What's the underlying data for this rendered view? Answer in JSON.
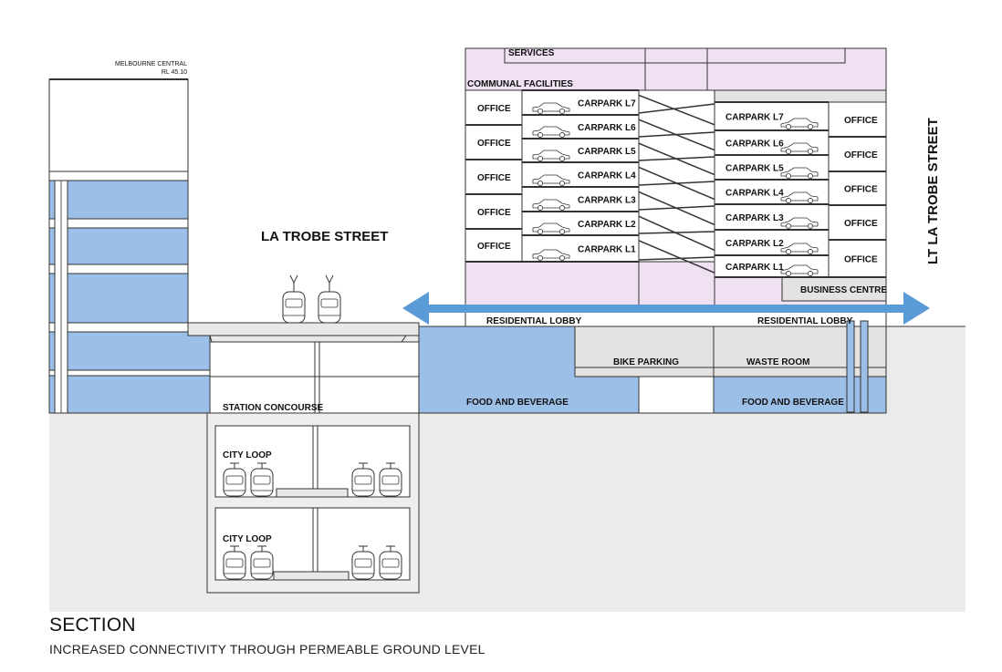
{
  "labels": {
    "melbourne_central": "MELBOURNE CENTRAL",
    "melbourne_central_rl": "RL 45.10",
    "la_trobe_street": "LA TROBE STREET",
    "lt_la_trobe_street": "LT LA TROBE STREET",
    "services": "SERVICES",
    "communal_facilities": "COMMUNAL FACILITIES",
    "business_centre": "BUSINESS CENTRE",
    "residential_lobby_left": "RESIDENTIAL LOBBY",
    "residential_lobby_right": "RESIDENTIAL LOBBY",
    "bike_parking": "BIKE PARKING",
    "waste_room": "WASTE ROOM",
    "food_beverage_left": "FOOD AND BEVERAGE",
    "food_beverage_right": "FOOD AND BEVERAGE",
    "station_concourse": "STATION CONCOURSE",
    "city_loop_upper": "CITY LOOP",
    "city_loop_lower": "CITY LOOP"
  },
  "office_left": [
    "OFFICE",
    "OFFICE",
    "OFFICE",
    "OFFICE",
    "OFFICE"
  ],
  "office_right": [
    "OFFICE",
    "OFFICE",
    "OFFICE",
    "OFFICE",
    "OFFICE"
  ],
  "carpark_left": [
    "CARPARK L7",
    "CARPARK L6",
    "CARPARK L5",
    "CARPARK L4",
    "CARPARK L3",
    "CARPARK L2",
    "CARPARK L1"
  ],
  "carpark_right": [
    "CARPARK L7",
    "CARPARK L6",
    "CARPARK L5",
    "CARPARK L4",
    "CARPARK L3",
    "CARPARK L2",
    "CARPARK L1"
  ],
  "caption": {
    "title": "SECTION",
    "subtitle": "INCREASED CONNECTIVITY THROUGH PERMEABLE GROUND LEVEL"
  },
  "colors": {
    "ground": "#ebebeb",
    "blue": "#9cbfe8",
    "lilac": "#efe1f2",
    "arrow": "#5a9ad6",
    "grey_room": "#e5e2e2"
  }
}
